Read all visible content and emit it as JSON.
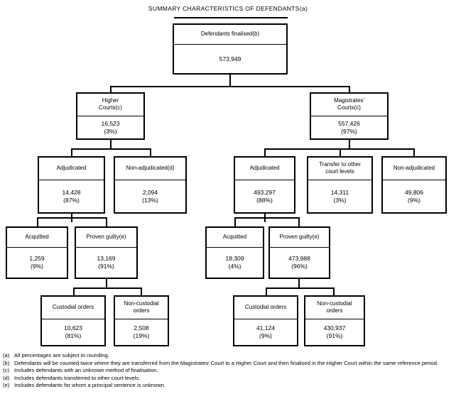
{
  "title": "SUMMARY CHARACTERISTICS OF DEFENDANTS(a)",
  "chart_data": {
    "type": "diagram",
    "title": "SUMMARY CHARACTERISTICS OF DEFENDANTS(a)",
    "diagram_kind": "flowchart-hierarchy",
    "total": 573949,
    "nodes": [
      {
        "id": "root",
        "label": "Defendants finalised(b)",
        "value": "573,949",
        "percent": "",
        "level": 1
      },
      {
        "id": "higher",
        "label": "Higher\nCourts(c)",
        "value": "16,523",
        "percent": "(3%)",
        "level": 2,
        "parent": "root"
      },
      {
        "id": "mags",
        "label": "Magistrates'\nCourts(c)",
        "value": "557,426",
        "percent": "(97%)",
        "level": 2,
        "parent": "root"
      },
      {
        "id": "h-adj",
        "label": "Adjudicated",
        "value": "14,428",
        "percent": "(87%)",
        "level": 3,
        "parent": "higher"
      },
      {
        "id": "h-nonadj",
        "label": "Non-adjudicated(d)",
        "value": "2,094",
        "percent": "(13%)",
        "level": 3,
        "parent": "higher"
      },
      {
        "id": "m-adj",
        "label": "Adjudicated",
        "value": "493,297",
        "percent": "(88%)",
        "level": 3,
        "parent": "mags"
      },
      {
        "id": "m-transfer",
        "label": "Transfer to other\ncourt levels",
        "value": "14,311",
        "percent": "(3%)",
        "level": 3,
        "parent": "mags"
      },
      {
        "id": "m-nonadj",
        "label": "Non-adjudicated",
        "value": "49,806",
        "percent": "(9%)",
        "level": 3,
        "parent": "mags"
      },
      {
        "id": "h-acq",
        "label": "Acquitted",
        "value": "1,259",
        "percent": "(9%)",
        "level": 4,
        "parent": "h-adj"
      },
      {
        "id": "h-guilty",
        "label": "Proven guilty(e)",
        "value": "13,169",
        "percent": "(91%)",
        "level": 4,
        "parent": "h-adj"
      },
      {
        "id": "m-acq",
        "label": "Acquitted",
        "value": "19,309",
        "percent": "(4%)",
        "level": 4,
        "parent": "m-adj"
      },
      {
        "id": "m-guilty",
        "label": "Proven guilty(e)",
        "value": "473,988",
        "percent": "(96%)",
        "level": 4,
        "parent": "m-adj"
      },
      {
        "id": "h-cust",
        "label": "Custodial orders",
        "value": "10,623",
        "percent": "(81%)",
        "level": 5,
        "parent": "h-guilty"
      },
      {
        "id": "h-noncust",
        "label": "Non-custodial\norders",
        "value": "2,508",
        "percent": "(19%)",
        "level": 5,
        "parent": "h-guilty"
      },
      {
        "id": "m-cust",
        "label": "Custodial orders",
        "value": "41,124",
        "percent": "(9%)",
        "level": 5,
        "parent": "m-guilty"
      },
      {
        "id": "m-noncust",
        "label": "Non-custodial\norders",
        "value": "430,937",
        "percent": "(91%)",
        "level": 5,
        "parent": "m-guilty"
      }
    ]
  },
  "nodes": {
    "root": {
      "label": "Defendants finalised(b)",
      "value": "573,949",
      "percent": ""
    },
    "higher": {
      "label": "Higher\nCourts(c)",
      "value": "16,523",
      "percent": "(3%)"
    },
    "mags": {
      "label": "Magistrates'\nCourts(c)",
      "value": "557,426",
      "percent": "(97%)"
    },
    "h_adj": {
      "label": "Adjudicated",
      "value": "14,428",
      "percent": "(87%)"
    },
    "h_nonadj": {
      "label": "Non-adjudicated(d)",
      "value": "2,094",
      "percent": "(13%)"
    },
    "m_adj": {
      "label": "Adjudicated",
      "value": "493,297",
      "percent": "(88%)"
    },
    "m_transfer": {
      "label": "Transfer to other\ncourt levels",
      "value": "14,311",
      "percent": "(3%)"
    },
    "m_nonadj": {
      "label": "Non-adjudicated",
      "value": "49,806",
      "percent": "(9%)"
    },
    "h_acq": {
      "label": "Acquitted",
      "value": "1,259",
      "percent": "(9%)"
    },
    "h_guilty": {
      "label": "Proven guilty(e)",
      "value": "13,169",
      "percent": "(91%)"
    },
    "m_acq": {
      "label": "Acquitted",
      "value": "19,309",
      "percent": "(4%)"
    },
    "m_guilty": {
      "label": "Proven guilty(e)",
      "value": "473,988",
      "percent": "(96%)"
    },
    "h_cust": {
      "label": "Custodial orders",
      "value": "10,623",
      "percent": "(81%)"
    },
    "h_noncust": {
      "label": "Non-custodial\norders",
      "value": "2,508",
      "percent": "(19%)"
    },
    "m_cust": {
      "label": "Custodial orders",
      "value": "41,124",
      "percent": "(9%)"
    },
    "m_noncust": {
      "label": "Non-custodial\norders",
      "value": "430,937",
      "percent": "(91%)"
    }
  },
  "footnotes": [
    {
      "mark": "(a)",
      "text": "All percentages are subject to rounding."
    },
    {
      "mark": "(b)",
      "text": "Defendants will be counted twice where they are transferred from the Magistrates' Court to a Higher Court and then finalised in the Higher Court within the same reference period."
    },
    {
      "mark": "(c)",
      "text": "Includes defendants with an unknown method of finalisation."
    },
    {
      "mark": "(d)",
      "text": "Includes defendants transferred to other court levels."
    },
    {
      "mark": "(e)",
      "text": "Includes defendants for whom a principal sentence is unknown."
    }
  ]
}
